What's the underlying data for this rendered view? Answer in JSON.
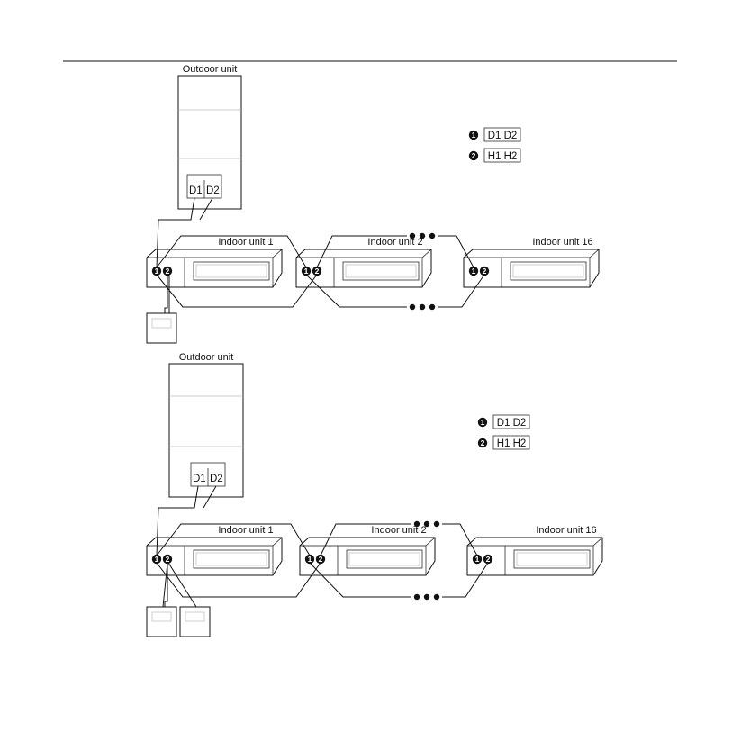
{
  "diagrams": [
    {
      "outdoor_label": "Outdoor unit",
      "outdoor_terminals": [
        "D1",
        "D2"
      ],
      "indoor_labels": [
        "Indoor unit 1",
        "Indoor unit 2",
        "Indoor unit 16"
      ],
      "controller_count": 1,
      "legend": [
        {
          "marker": "1",
          "text": "D1 D2"
        },
        {
          "marker": "2",
          "text": "H1 H2"
        }
      ]
    },
    {
      "outdoor_label": "Outdoor unit",
      "outdoor_terminals": [
        "D1",
        "D2"
      ],
      "indoor_labels": [
        "Indoor unit 1",
        "Indoor unit 2",
        "Indoor unit 16"
      ],
      "controller_count": 2,
      "legend": [
        {
          "marker": "1",
          "text": "D1 D2"
        },
        {
          "marker": "2",
          "text": "H1 H2"
        }
      ]
    }
  ],
  "colors": {
    "ink": "#111111",
    "faint": "#bbbbbb",
    "background": "#ffffff"
  }
}
